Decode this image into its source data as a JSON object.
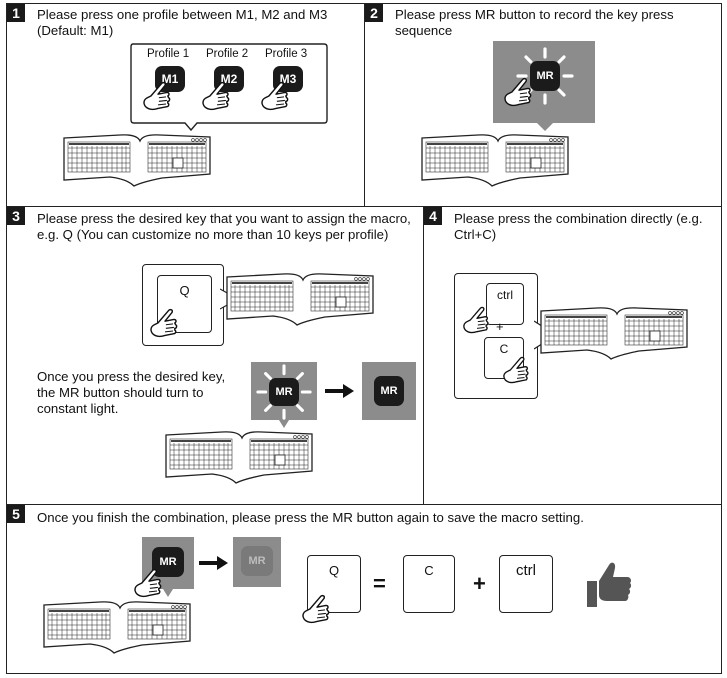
{
  "steps": [
    {
      "number": "1",
      "text": "Please press one profile between M1, M2 and M3 (Default: M1)"
    },
    {
      "number": "2",
      "text": "Please press MR button to record the key press sequence"
    },
    {
      "number": "3",
      "text": "Please press the desired key that you want to assign the macro, e.g. Q (You can customize no more than 10 keys per profile)",
      "sub_text": "Once you press the desired key, the MR button should turn to constant light."
    },
    {
      "number": "4",
      "text": "Please press the combination directly (e.g. Ctrl+C)"
    },
    {
      "number": "5",
      "text": "Once you finish the combination, please press the MR button again to save the macro setting."
    }
  ],
  "profiles": [
    {
      "label": "Profile 1",
      "key": "M1"
    },
    {
      "label": "Profile 2",
      "key": "M2"
    },
    {
      "label": "Profile 3",
      "key": "M3"
    }
  ],
  "keys": {
    "mr": "MR",
    "q": "Q",
    "ctrl": "ctrl",
    "c": "C",
    "plus": "+",
    "equals": "="
  },
  "icons": [
    "hand-pointer-icon",
    "keyboard-icon",
    "arrow-right-icon",
    "thumbs-up-icon",
    "light-burst-icon"
  ],
  "colors": {
    "border": "#222222",
    "badge": "#1a1a1a",
    "highlight_box": "#8c8c8c"
  }
}
